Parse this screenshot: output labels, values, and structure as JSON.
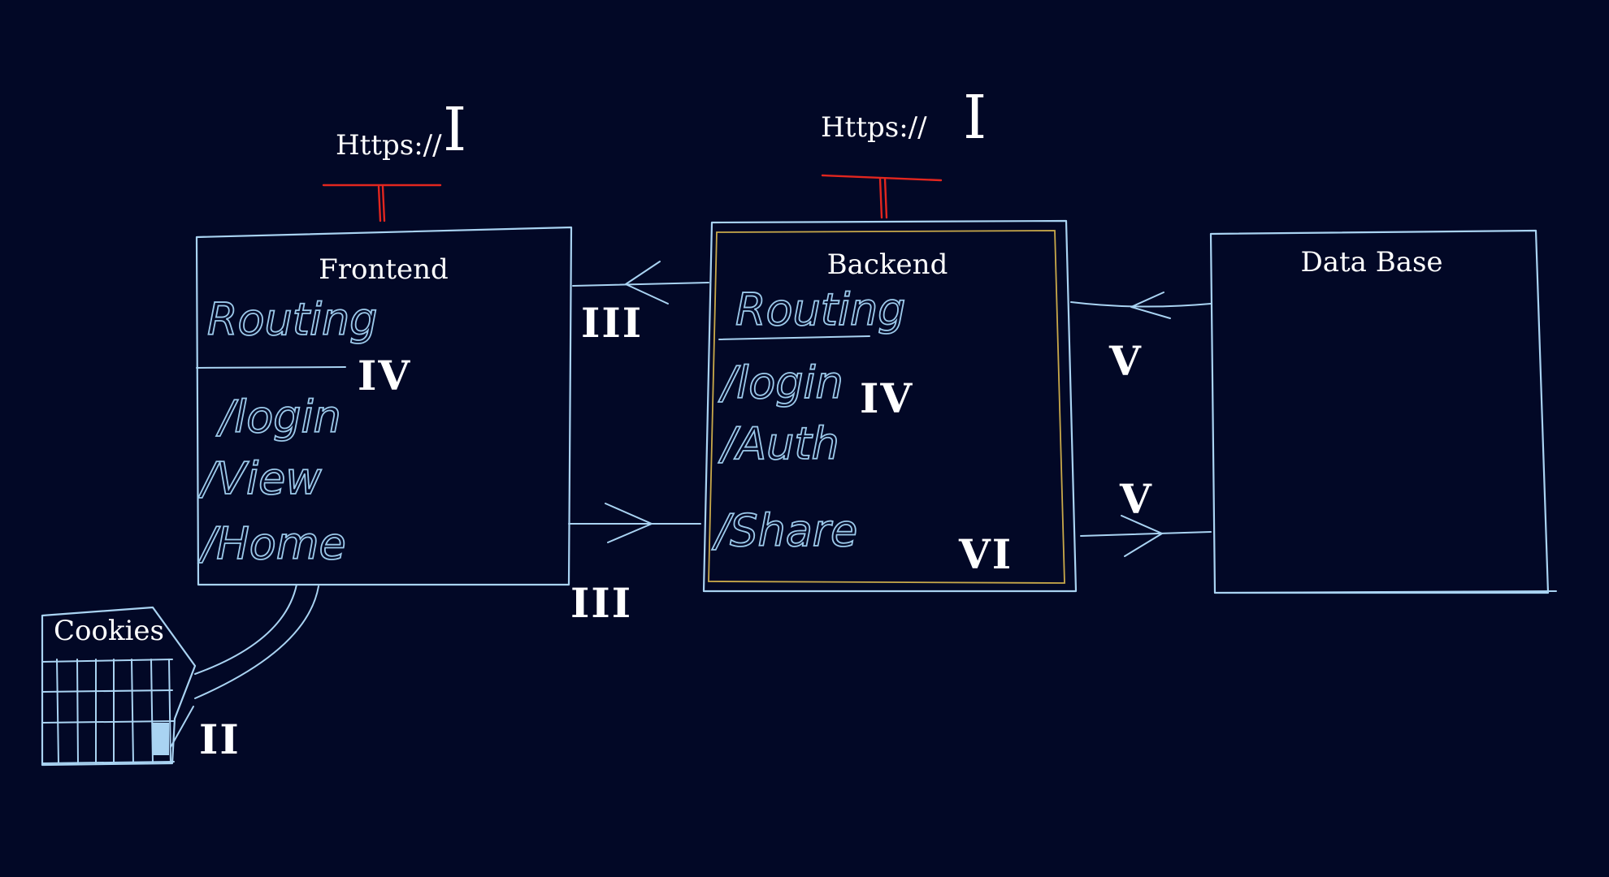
{
  "frontend": {
    "title": "Frontend",
    "heading": "Routing",
    "routes": [
      "/login",
      "/View",
      "/Home"
    ],
    "protocol": "Https://",
    "protocol_marker": "I",
    "heading_marker": "IV"
  },
  "backend": {
    "title": "Backend",
    "heading": "Routing",
    "routes": [
      "/login",
      "/Auth",
      "/Share"
    ],
    "protocol": "Https://",
    "protocol_marker": "I",
    "route_marker": "IV",
    "corner_marker": "VI"
  },
  "database": {
    "title": "Data Base"
  },
  "cookies": {
    "title": "Cookies",
    "marker": "II"
  },
  "connections": {
    "fe_be_top_marker": "III",
    "fe_be_bottom_marker": "III",
    "be_db_top_marker": "V",
    "be_db_bottom_marker": "V"
  },
  "colors": {
    "background": "#020826",
    "box_stroke": "#a9d3f2",
    "accent_gold": "#c9a94a",
    "accent_red": "#e2261f",
    "text": "#ffffff"
  }
}
